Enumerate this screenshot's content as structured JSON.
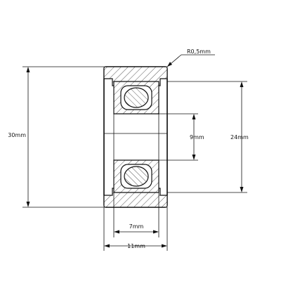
{
  "drawing": {
    "part": "bearing-roller-cross-section",
    "colors": {
      "line": "#111111",
      "background": "#ffffff"
    },
    "dimensions": {
      "outer_diameter": "30mm",
      "bore_diameter": "9mm",
      "inner_ring_diameter": "24mm",
      "inner_width": "7mm",
      "overall_width": "11mm",
      "edge_radius": "R0,5mm"
    }
  }
}
